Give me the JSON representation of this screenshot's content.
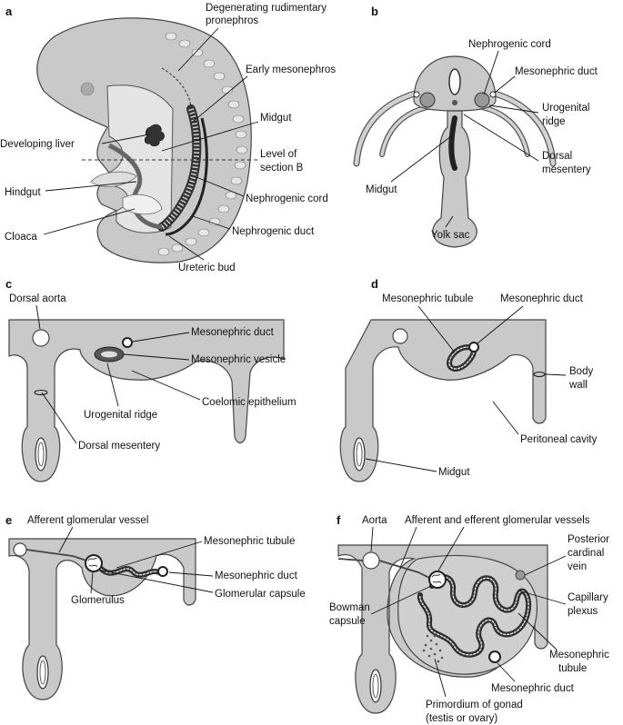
{
  "panels": {
    "a": {
      "letter": "a",
      "labels": {
        "degenerating": "Degenerating rudimentary",
        "pronephros": "pronephros",
        "early_mesonephros": "Early mesonephros",
        "midgut": "Midgut",
        "developing_liver": "Developing liver",
        "level_of": "Level of",
        "section_b": "section B",
        "hindgut": "Hindgut",
        "nephrogenic_cord": "Nephrogenic cord",
        "cloaca": "Cloaca",
        "nephrogenic_duct": "Nephrogenic duct",
        "ureteric_bud": "Ureteric bud"
      }
    },
    "b": {
      "letter": "b",
      "labels": {
        "nephrogenic_cord": "Nephrogenic cord",
        "mesonephric_duct": "Mesonephric duct",
        "urogenital": "Urogenital",
        "ridge": "ridge",
        "dorsal": "Dorsal",
        "mesentery": "mesentery",
        "midgut": "Midgut",
        "yolk_sac": "Yolk sac"
      }
    },
    "c": {
      "letter": "c",
      "labels": {
        "dorsal_aorta": "Dorsal aorta",
        "mesonephric_duct": "Mesonephric duct",
        "mesonephric_vesicle": "Mesonephric vesicle",
        "urogenital_ridge": "Urogenital ridge",
        "coelomic_epithelium": "Coelomic epithelium",
        "dorsal_mesentery": "Dorsal mesentery"
      }
    },
    "d": {
      "letter": "d",
      "labels": {
        "mesonephric_tubule": "Mesonephric tubule",
        "mesonephric_duct": "Mesonephric duct",
        "body": "Body",
        "wall": "wall",
        "peritoneal_cavity": "Peritoneal cavity",
        "midgut": "Midgut"
      }
    },
    "e": {
      "letter": "e",
      "labels": {
        "afferent_vessel": "Afferent glomerular vessel",
        "mesonephric_tubule": "Mesonephric tubule",
        "mesonephric_duct": "Mesonephric duct",
        "glomerulus": "Glomerulus",
        "glomerular_capsule": "Glomerular capsule"
      }
    },
    "f": {
      "letter": "f",
      "labels": {
        "aorta": "Aorta",
        "afferent_efferent": "Afferent and efferent glomerular vessels",
        "posterior": "Posterior",
        "cardinal": "cardinal",
        "vein": "vein",
        "capillary": "Capillary",
        "plexus": "plexus",
        "bowman": "Bowman",
        "capsule": "capsule",
        "mesonephric": "Mesonephric",
        "tubule": "tubule",
        "mesonephric_duct": "Mesonephric duct",
        "primordium": "Primordium of gonad",
        "testis_ovary": "(testis or ovary)"
      }
    }
  }
}
